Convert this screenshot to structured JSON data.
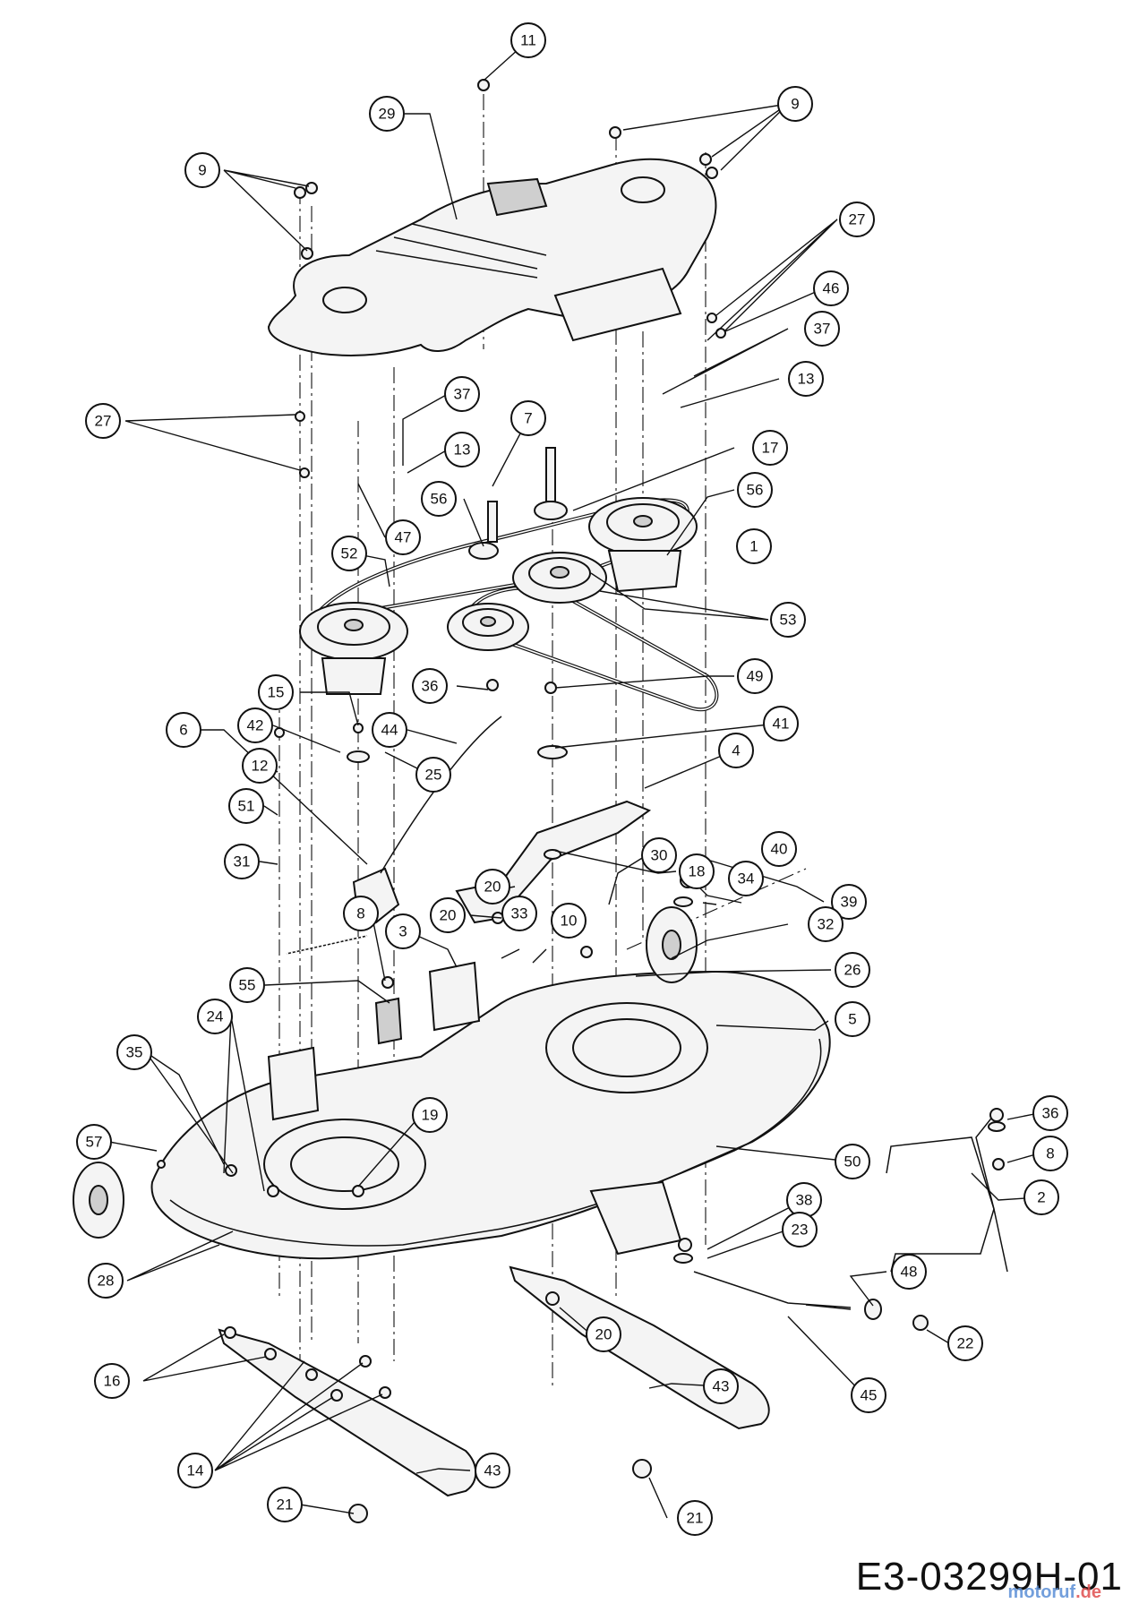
{
  "drawing_code": "E3-03299H-01",
  "watermark": {
    "main": "motoruf",
    "suffix": ".de"
  },
  "callouts": [
    {
      "id": "c11",
      "label": "11"
    },
    {
      "id": "c29",
      "label": "29"
    },
    {
      "id": "c9a",
      "label": "9"
    },
    {
      "id": "c9b",
      "label": "9"
    },
    {
      "id": "c27a",
      "label": "27"
    },
    {
      "id": "c46",
      "label": "46"
    },
    {
      "id": "c37a",
      "label": "37"
    },
    {
      "id": "c13a",
      "label": "13"
    },
    {
      "id": "c27b",
      "label": "27"
    },
    {
      "id": "c37b",
      "label": "37"
    },
    {
      "id": "c13b",
      "label": "13"
    },
    {
      "id": "c7",
      "label": "7"
    },
    {
      "id": "c17",
      "label": "17"
    },
    {
      "id": "c56a",
      "label": "56"
    },
    {
      "id": "c56b",
      "label": "56"
    },
    {
      "id": "c1",
      "label": "1"
    },
    {
      "id": "c52",
      "label": "52"
    },
    {
      "id": "c47",
      "label": "47"
    },
    {
      "id": "c53",
      "label": "53"
    },
    {
      "id": "c36a",
      "label": "36"
    },
    {
      "id": "c49",
      "label": "49"
    },
    {
      "id": "c15",
      "label": "15"
    },
    {
      "id": "c6",
      "label": "6"
    },
    {
      "id": "c42",
      "label": "42"
    },
    {
      "id": "c44",
      "label": "44"
    },
    {
      "id": "c41",
      "label": "41"
    },
    {
      "id": "c4",
      "label": "4"
    },
    {
      "id": "c12",
      "label": "12"
    },
    {
      "id": "c25",
      "label": "25"
    },
    {
      "id": "c51",
      "label": "51"
    },
    {
      "id": "c31",
      "label": "31"
    },
    {
      "id": "c20a",
      "label": "20"
    },
    {
      "id": "c18",
      "label": "18"
    },
    {
      "id": "c40",
      "label": "40"
    },
    {
      "id": "c30",
      "label": "30"
    },
    {
      "id": "c34",
      "label": "34"
    },
    {
      "id": "c39",
      "label": "39"
    },
    {
      "id": "c20b",
      "label": "20"
    },
    {
      "id": "c33",
      "label": "33"
    },
    {
      "id": "c10",
      "label": "10"
    },
    {
      "id": "c32",
      "label": "32"
    },
    {
      "id": "c8a",
      "label": "8"
    },
    {
      "id": "c3",
      "label": "3"
    },
    {
      "id": "c26",
      "label": "26"
    },
    {
      "id": "c55",
      "label": "55"
    },
    {
      "id": "c5",
      "label": "5"
    },
    {
      "id": "c24",
      "label": "24"
    },
    {
      "id": "c35",
      "label": "35"
    },
    {
      "id": "c19",
      "label": "19"
    },
    {
      "id": "c57",
      "label": "57"
    },
    {
      "id": "c36b",
      "label": "36"
    },
    {
      "id": "c8b",
      "label": "8"
    },
    {
      "id": "c50",
      "label": "50"
    },
    {
      "id": "c2",
      "label": "2"
    },
    {
      "id": "c38",
      "label": "38"
    },
    {
      "id": "c23",
      "label": "23"
    },
    {
      "id": "c28",
      "label": "28"
    },
    {
      "id": "c48",
      "label": "48"
    },
    {
      "id": "c20c",
      "label": "20"
    },
    {
      "id": "c22",
      "label": "22"
    },
    {
      "id": "c45",
      "label": "45"
    },
    {
      "id": "c16",
      "label": "16"
    },
    {
      "id": "c43a",
      "label": "43"
    },
    {
      "id": "c14",
      "label": "14"
    },
    {
      "id": "c43b",
      "label": "43"
    },
    {
      "id": "c21a",
      "label": "21"
    },
    {
      "id": "c21b",
      "label": "21"
    }
  ]
}
